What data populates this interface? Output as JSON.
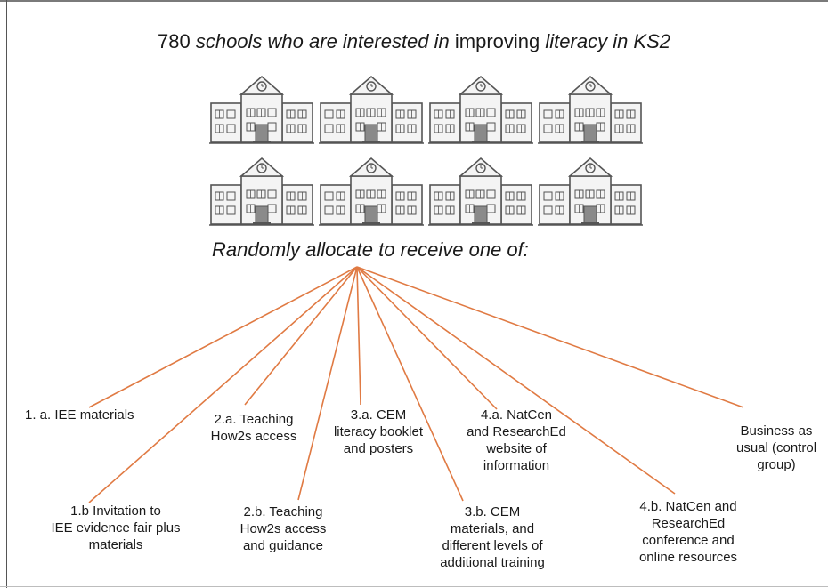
{
  "title": {
    "count": "780",
    "schools": "schools who are interested in",
    "improving": "improving",
    "literacy": "literacy in KS2"
  },
  "school_icon": "school-building-icon",
  "school_count_shown": 8,
  "subtitle": {
    "italic": "Randomly allocate",
    "rest": "to receive one of:"
  },
  "line_color": "#e07a43",
  "arms": [
    {
      "lines": [
        "1. a. IEE materials"
      ]
    },
    {
      "lines": [
        "1.b Invitation  to",
        "IEE evidence fair plus",
        "materials"
      ]
    },
    {
      "lines": [
        "2.a. Teaching",
        "How2s access"
      ]
    },
    {
      "lines": [
        "2.b. Teaching",
        "How2s access",
        "and guidance"
      ]
    },
    {
      "lines": [
        "3.a. CEM",
        "literacy booklet",
        "and posters"
      ]
    },
    {
      "lines": [
        "3.b. CEM",
        "materials, and",
        "different levels of",
        "additional training"
      ]
    },
    {
      "lines": [
        "4.a. NatCen",
        "and ResearchEd",
        "website of",
        "information"
      ]
    },
    {
      "lines": [
        "4.b. NatCen and",
        "ResearchEd",
        "conference and",
        "online resources"
      ]
    },
    {
      "lines": [
        "Business as",
        "usual (control",
        "group)"
      ]
    }
  ]
}
